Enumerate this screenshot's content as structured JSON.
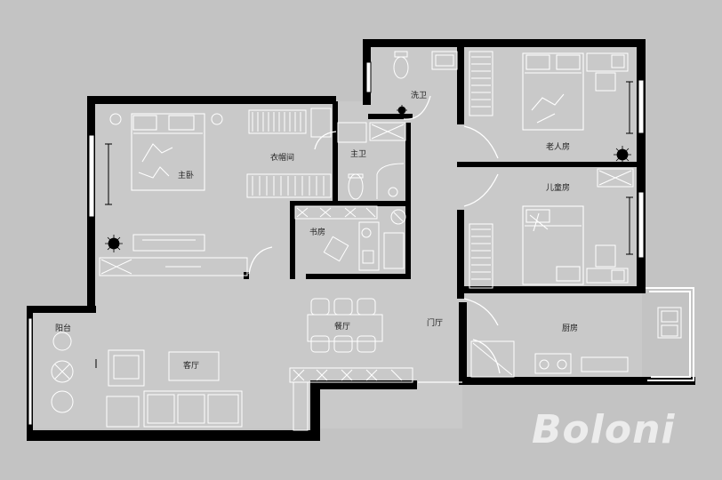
{
  "rooms": {
    "bathroom": "洗卫",
    "elder_room": "老人房",
    "master_bedroom": "主卧",
    "cloakroom": "衣帽间",
    "master_bath": "主卫",
    "study": "书房",
    "child_room": "儿童房",
    "entrance": "门厅",
    "dining": "餐厅",
    "kitchen": "厨房",
    "balcony": "阳台",
    "living_room": "客厅"
  },
  "watermark": "Boloni"
}
